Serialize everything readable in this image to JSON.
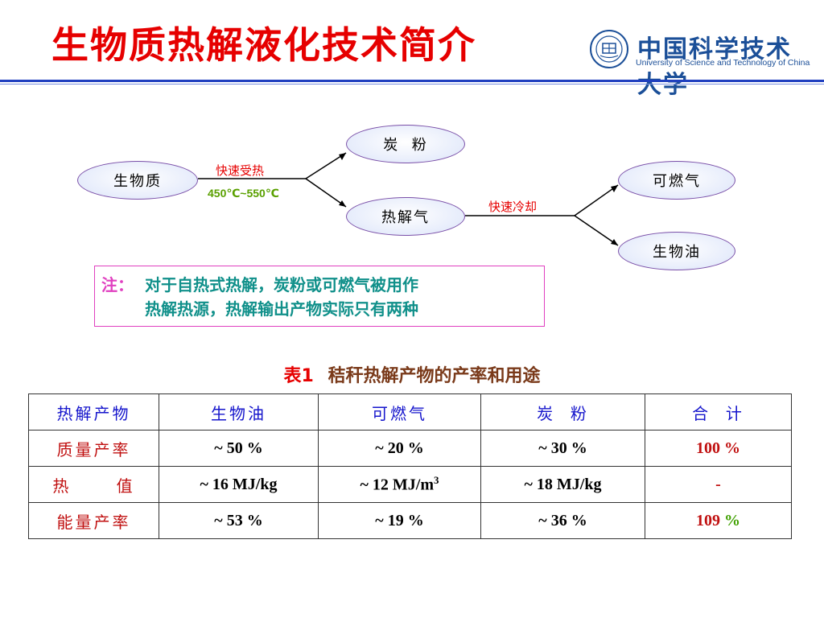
{
  "title": "生物质热解液化技术简介",
  "logo": {
    "cn": "中国科学技术大学",
    "en": "University of Science and Technology of China"
  },
  "flow": {
    "nodes": {
      "biomass": "生物质",
      "char": "炭  粉",
      "pyrogas": "热解气",
      "combustible_gas": "可燃气",
      "bio_oil": "生物油"
    },
    "fast_heating": "快速受热",
    "temperature": "450℃~550℃",
    "fast_cooling": "快速冷却"
  },
  "note": {
    "prefix": "注：",
    "line1": "对于自热式热解，炭粉或可燃气被用作",
    "line2": "热解热源，热解输出产物实际只有两种"
  },
  "table": {
    "caption_num": "表1",
    "caption_text": "秸秆热解产物的产率和用途",
    "headers": [
      "热解产物",
      "生物油",
      "可燃气",
      "炭  粉",
      "合  计"
    ],
    "rows": [
      {
        "label": "质量产率",
        "cells": [
          "~ 50 %",
          "~ 20 %",
          "~ 30 %",
          "100 %"
        ]
      },
      {
        "label": "热      值",
        "cells": [
          "~ 16 MJ/kg",
          "~ 12 MJ/m",
          "~ 18 MJ/kg",
          "-"
        ],
        "sup": "3"
      },
      {
        "label": "能量产率",
        "cells": [
          "~ 53 %",
          "~ 19 %",
          "~ 36 %"
        ],
        "total_value": "109 ",
        "total_unit": "%"
      }
    ]
  },
  "colors": {
    "title": "#e60000",
    "accent_rule": "#1f3fbf",
    "note_text": "#10908a",
    "note_border": "#e040c0",
    "header_text": "#1515cc",
    "row_label": "#c01010"
  }
}
